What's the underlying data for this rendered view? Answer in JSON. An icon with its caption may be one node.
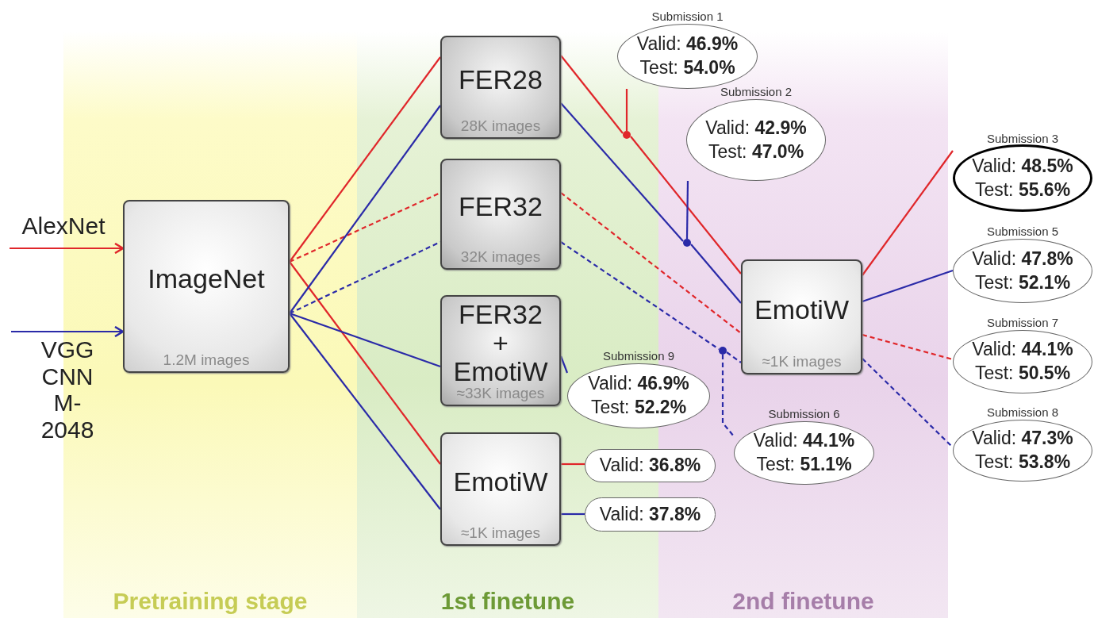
{
  "diagram": {
    "nodes": [
      {
        "text": [
          "ImageNet",
          "1.2M images"
        ]
      },
      {
        "text": [
          "FER28",
          "28K images"
        ]
      },
      {
        "text": [
          "FER32",
          "32K images"
        ]
      },
      {
        "text": [
          "FER32 + EmotiW",
          "≈33K images"
        ]
      },
      {
        "text": [
          "EmotiW",
          "≈1K images"
        ]
      },
      {
        "text": [
          "EmotiW",
          "≈1K images"
        ]
      },
      {
        "text": [
          "Submission 1",
          "Valid: **46.9%**",
          "Test: **54.0%**"
        ]
      },
      {
        "text": [
          "Submission 2",
          "Valid: **42.9%**",
          "Test: **47.0%**"
        ]
      },
      {
        "text": [
          "Submission 9",
          "Valid: **46.9%**",
          "Test: **52.2%**"
        ]
      },
      {
        "text": [
          "Submission 6",
          "Valid: **44.1%**",
          "Test: **51.1%**"
        ]
      },
      {
        "text": [
          "Valid: **36.8%**"
        ]
      },
      {
        "text": [
          "Valid: **37.8%**"
        ]
      },
      {
        "text": [
          "Submission 3",
          "Valid: **48.5%**",
          "Test: **55.6%**"
        ]
      },
      {
        "text": [
          "Submission 5",
          "Valid: **47.8%**",
          "Test: **52.1%**"
        ]
      },
      {
        "text": [
          "Submission 7",
          "Valid: **44.1%**",
          "Test: **50.5%**"
        ]
      },
      {
        "text": [
          "Submission 8",
          "Valid: **47.3%**",
          "Test: **53.8%**"
        ]
      },
      {
        "text": [],
        "shape": "circle"
      },
      {
        "text": [],
        "shape": "circle"
      },
      {
        "text": [],
        "shape": "circle"
      }
    ],
    "edges": [
      {
        "from": null,
        "to": 0,
        "arrow": "to",
        "label": "AlexNet",
        "color": "#e0262a"
      },
      {
        "from": null,
        "to": 0,
        "arrow": "to",
        "label": "VGG CNN M-2048"
      },
      {
        "from": 0,
        "to": 1,
        "arrow": "none",
        "color": "#e0262a"
      },
      {
        "from": 0,
        "to": 2,
        "arrow": "none",
        "style": "dashed",
        "color": "#e0262a"
      },
      {
        "from": 0,
        "to": 4,
        "arrow": "none",
        "color": "#e0262a"
      },
      {
        "from": 0,
        "to": 1,
        "arrow": "none"
      },
      {
        "from": 0,
        "to": 2,
        "arrow": "none",
        "style": "dashed"
      },
      {
        "from": 0,
        "to": 3,
        "arrow": "none"
      },
      {
        "from": 0,
        "to": 4,
        "arrow": "none"
      },
      {
        "from": 1,
        "to": 16,
        "arrow": "none",
        "color": "#e0262a"
      },
      {
        "from": 16,
        "to": 5,
        "arrow": "none",
        "color": "#e0262a"
      },
      {
        "from": 16,
        "to": 6,
        "arrow": "none",
        "color": "#e0262a"
      },
      {
        "from": 1,
        "to": 17,
        "arrow": "none"
      },
      {
        "from": 17,
        "to": 5,
        "arrow": "none"
      },
      {
        "from": 17,
        "to": 7,
        "arrow": "none"
      },
      {
        "from": 2,
        "to": 5,
        "arrow": "none",
        "style": "dashed",
        "color": "#e0262a"
      },
      {
        "from": 2,
        "to": 18,
        "arrow": "none",
        "style": "dashed"
      },
      {
        "from": 18,
        "to": 5,
        "arrow": "none",
        "style": "dashed"
      },
      {
        "from": 18,
        "to": 9,
        "arrow": "none",
        "style": "dashed"
      },
      {
        "from": 3,
        "to": 8,
        "arrow": "none"
      },
      {
        "from": 4,
        "to": 10,
        "arrow": "none",
        "color": "#e0262a"
      },
      {
        "from": 4,
        "to": 11,
        "arrow": "none"
      },
      {
        "from": 5,
        "to": 12,
        "arrow": "none",
        "color": "#e0262a"
      },
      {
        "from": 5,
        "to": 13,
        "arrow": "none"
      },
      {
        "from": 5,
        "to": 14,
        "arrow": "none",
        "style": "dashed",
        "color": "#e0262a"
      },
      {
        "from": 5,
        "to": 15,
        "arrow": "none",
        "style": "dashed"
      }
    ],
    "labels": [
      "Pretraining stage",
      "1st finetune",
      "2nd finetune"
    ]
  }
}
